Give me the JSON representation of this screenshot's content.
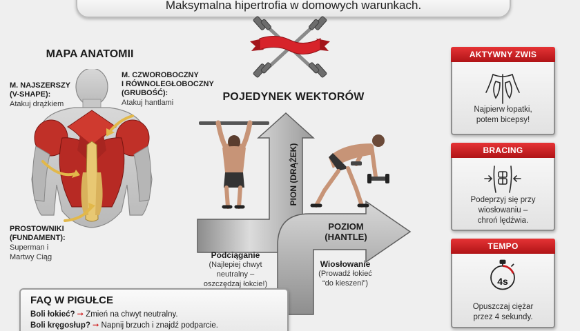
{
  "header": {
    "subtitle": "Maksymalna hipertrofia w domowych warunkach."
  },
  "anatomy": {
    "title": "MAPA ANATOMII",
    "lats": {
      "name_line1": "M. NAJSZERSZY",
      "name_line2": "(V-SHAPE):",
      "note": "Atakuj drążkiem"
    },
    "traps": {
      "name_line1": "M. CZWOROBOCZNY",
      "name_line2": "I RÓWNOLEGŁOBOCZNY",
      "name_line3": "(GRUBOŚĆ):",
      "note": "Atakuj hantlami"
    },
    "erectors": {
      "name_line1": "PROSTOWNIKI",
      "name_line2": "(FUNDAMENT):",
      "note_line1": "Superman i",
      "note_line2": "Martwy Ciąg"
    }
  },
  "vectors": {
    "title": "POJEDYNEK WEKTORÓW",
    "vertical_label": "PION (DRĄŻEK)",
    "horizontal_label_line1": "POZIOM",
    "horizontal_label_line2": "(HANTLE)",
    "pullup": {
      "name": "Podciąganie",
      "note_line1": "(Najlepiej chwyt",
      "note_line2": "neutralny –",
      "note_line3": "oszczędzaj łokcie!)"
    },
    "row": {
      "name": "Wiosłowanie",
      "note_line1": "(Prowadź łokieć",
      "note_line2": "“do kieszeni”)"
    }
  },
  "cards": [
    {
      "title": "AKTYWNY ZWIS",
      "text_line1": "Najpierw łopatki,",
      "text_line2": "potem bicepsy!",
      "icon": "shoulder-blades-icon"
    },
    {
      "title": "BRACING",
      "text_line1": "Podeprzyj się przy",
      "text_line2": "wiosłowaniu –",
      "text_line3": "chroń lędźwia.",
      "icon": "core-brace-icon"
    },
    {
      "title": "TEMPO",
      "text_line1": "Opuszczaj ciężar",
      "text_line2": "przez 4 sekundy.",
      "timer_label": "4s",
      "icon": "stopwatch-icon"
    }
  ],
  "faq": {
    "title": "FAQ W PIGUŁCE",
    "items": [
      {
        "question": "Boli łokieć?",
        "answer": "Zmień na chwyt neutralny."
      },
      {
        "question": "Boli kręgosłup?",
        "answer": "Napnij brzuch i znajdź podparcie."
      }
    ]
  },
  "colors": {
    "accent_red": "#c8171b",
    "arrow_gray": "#9c9c9c",
    "muscle_red": "#c62f2a"
  }
}
